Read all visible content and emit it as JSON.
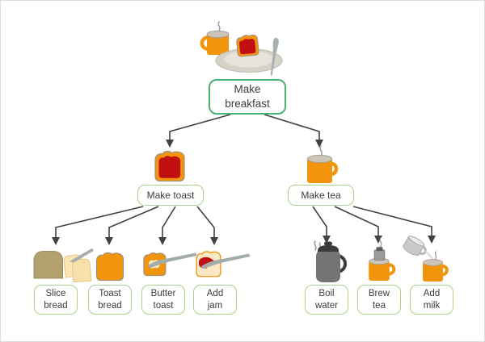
{
  "diagram": {
    "type": "flowchart",
    "nodes": {
      "make_breakfast": {
        "label": "Make\nbreakfast",
        "icon": "breakfast-plate-icon"
      },
      "make_toast": {
        "label": "Make toast",
        "icon": "toast-with-jam-icon"
      },
      "make_tea": {
        "label": "Make tea",
        "icon": "tea-mug-icon"
      },
      "slice_bread": {
        "label": "Slice\nbread",
        "icon": "bread-loaf-and-knife-icon"
      },
      "toast_bread": {
        "label": "Toast\nbread",
        "icon": "toast-slice-icon"
      },
      "butter_toast": {
        "label": "Butter\ntoast",
        "icon": "buttered-toast-and-knife-icon"
      },
      "add_jam": {
        "label": "Add\njam",
        "icon": "jam-toast-and-knife-icon"
      },
      "boil_water": {
        "label": "Boil\nwater",
        "icon": "kettle-icon"
      },
      "brew_tea": {
        "label": "Brew\ntea",
        "icon": "teabag-in-mug-icon"
      },
      "add_milk": {
        "label": "Add\nmilk",
        "icon": "milk-jug-and-mug-icon"
      }
    },
    "edges": [
      {
        "from": "make_breakfast",
        "to": "make_toast"
      },
      {
        "from": "make_breakfast",
        "to": "make_tea"
      },
      {
        "from": "make_toast",
        "to": "slice_bread"
      },
      {
        "from": "make_toast",
        "to": "toast_bread"
      },
      {
        "from": "make_toast",
        "to": "butter_toast"
      },
      {
        "from": "make_toast",
        "to": "add_jam"
      },
      {
        "from": "make_tea",
        "to": "boil_water"
      },
      {
        "from": "make_tea",
        "to": "brew_tea"
      },
      {
        "from": "make_tea",
        "to": "add_milk"
      }
    ]
  },
  "colors": {
    "root_border": "#46b173",
    "node_border": "#a8d28c",
    "arrow": "#3f4242",
    "orange": "#f2940c",
    "jam_red": "#c01010",
    "text": "#3d3d3d",
    "steel_grey": "#a4abab"
  }
}
